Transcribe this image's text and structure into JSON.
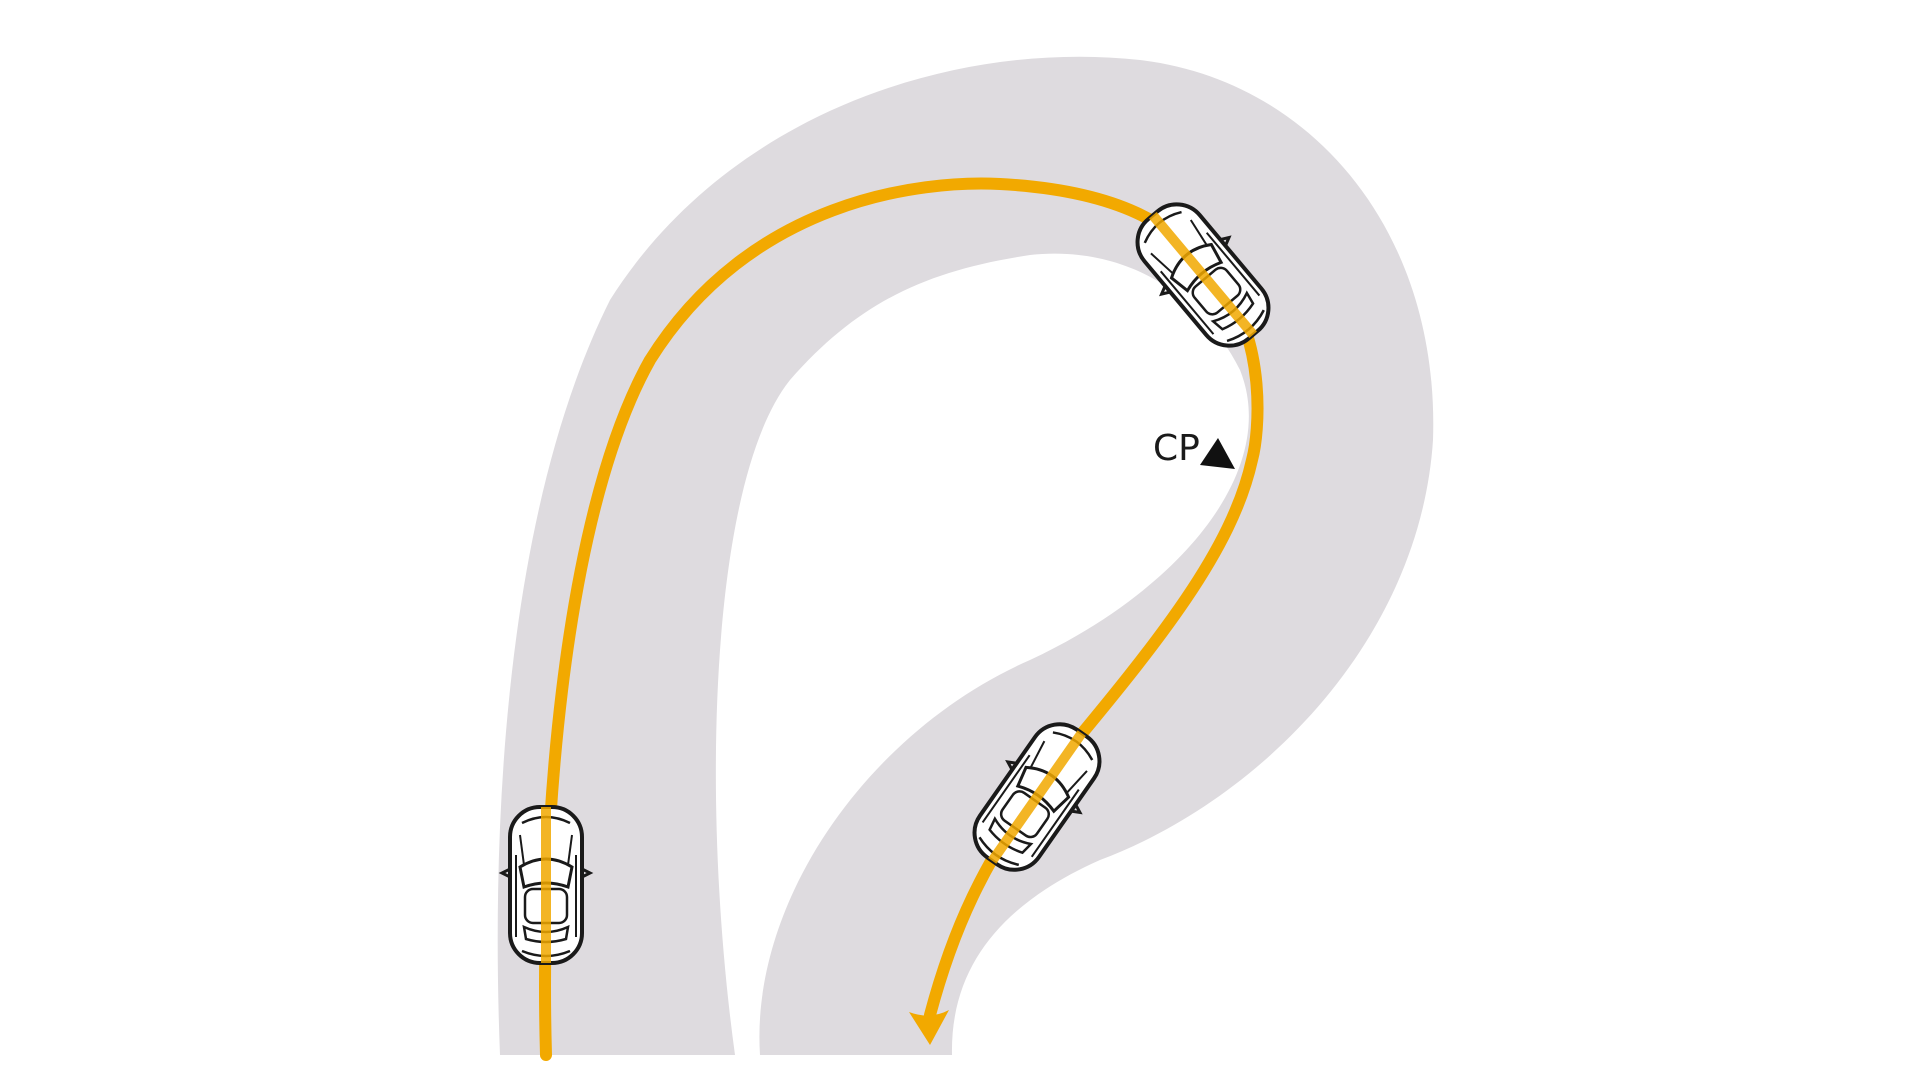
{
  "diagram": {
    "road_color": "#dedbdf",
    "background_color": "#ffffff",
    "line_color": "#f2a900",
    "car_body_color": "#ffffff",
    "car_outline_color": "#1a1a1a",
    "clipping_point_label": "CP",
    "clipping_point_marker": "triangle-marker",
    "direction_marker": "arrow-head",
    "car_count": 3
  }
}
